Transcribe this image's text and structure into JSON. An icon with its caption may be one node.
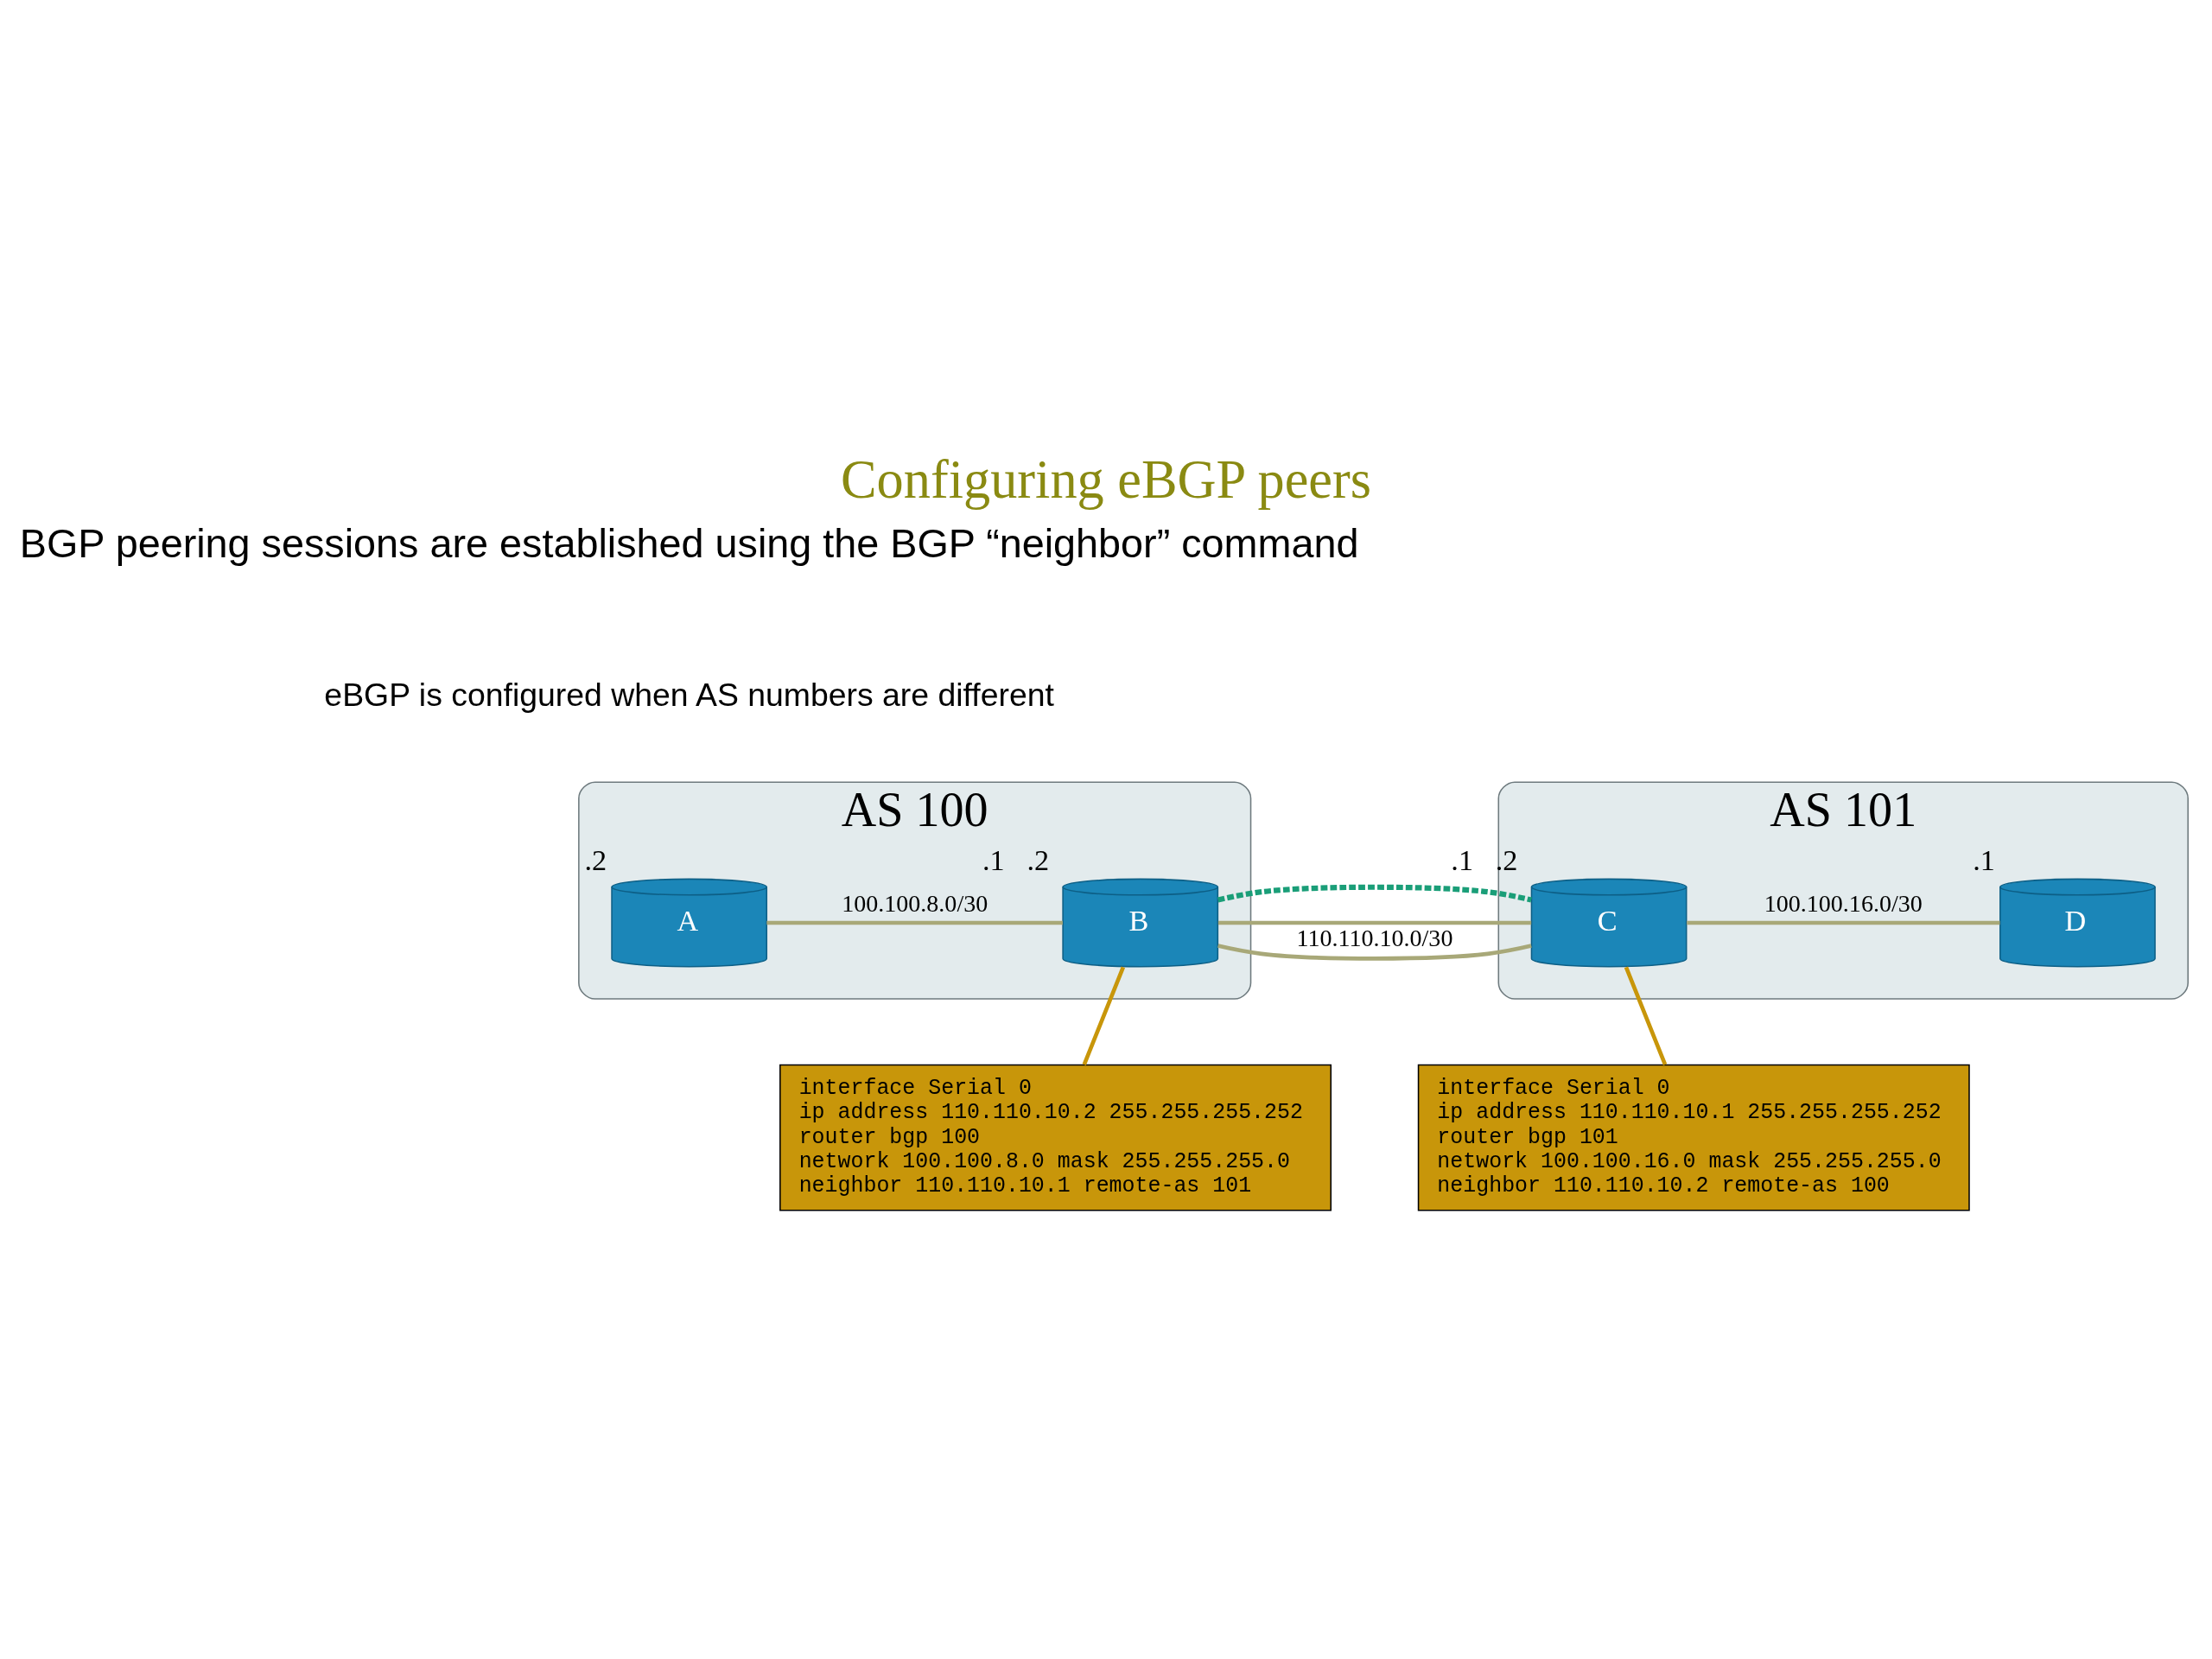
{
  "diagram": {
    "title": "Configuring eBGP peers",
    "nodes": [
      {
        "text": [
          "AS 100"
        ]
      },
      {
        "text": [
          "A"
        ],
        "in": 0,
        "beside": [
          ".2"
        ]
      },
      {
        "text": [
          "B"
        ],
        "in": 0,
        "beside": [
          ".1",
          ".2"
        ]
      },
      {
        "text": [
          "AS 101"
        ]
      },
      {
        "text": [
          "C"
        ],
        "in": 3,
        "beside": [
          ".1",
          ".2"
        ]
      },
      {
        "text": [
          "D"
        ],
        "in": 3,
        "beside": [
          ".1"
        ]
      },
      {
        "text": [
          "interface Serial 0",
          "ip address 110.110.10.2 255.255.255.252",
          "router bgp 100",
          "network 100.100.8.0 mask 255.255.255.0",
          "neighbor 110.110.10.1 remote-as 101"
        ]
      },
      {
        "text": [
          "interface Serial 0",
          "ip address 110.110.10.1 255.255.255.252",
          "router bgp 101",
          "network 100.100.16.0 mask 255.255.255.0",
          "neighbor 110.110.10.2 remote-as 100"
        ]
      }
    ],
    "edges": [
      {
        "from": 1,
        "to": 2,
        "arrow": "none",
        "label": "100.100.8.0/30"
      },
      {
        "from": 2,
        "to": 4,
        "arrow": "none",
        "label": "110.110.10.0/30"
      },
      {
        "from": 2,
        "to": 4,
        "arrow": "none",
        "style": "dashed",
        "color": "#1a9e78"
      },
      {
        "from": 4,
        "to": 5,
        "arrow": "none",
        "label": "100.100.16.0/30"
      },
      {
        "from": 2,
        "to": 6,
        "arrow": "none",
        "color": "#c8960a"
      },
      {
        "from": 4,
        "to": 7,
        "arrow": "none",
        "color": "#c8960a"
      }
    ],
    "labels": [
      "BGP peering sessions are established using the BGP “neighbor” command",
      "eBGP is configured when AS numbers are different"
    ]
  }
}
